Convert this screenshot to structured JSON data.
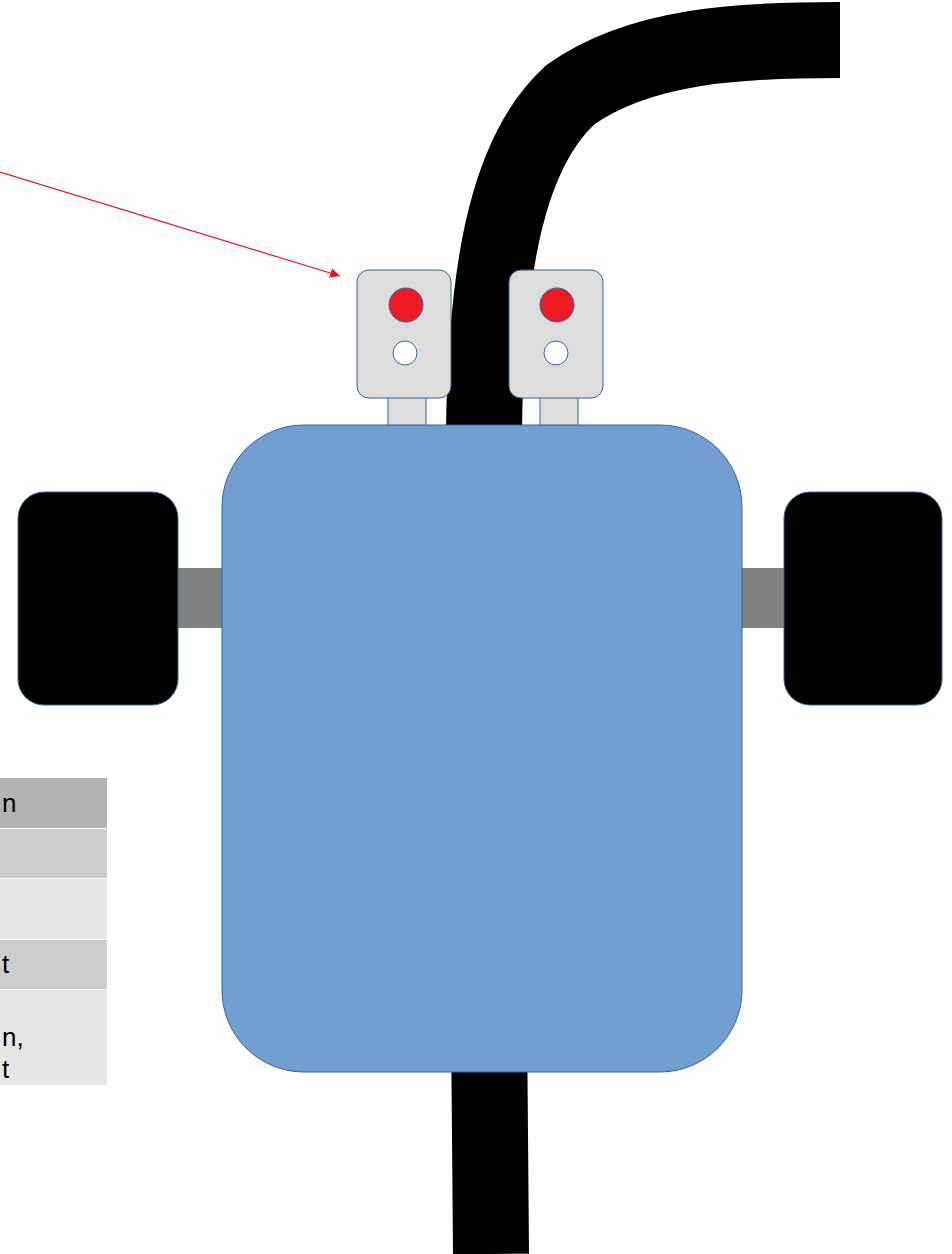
{
  "diagram": {
    "labels": [
      "n",
      "t",
      "n, t"
    ]
  }
}
